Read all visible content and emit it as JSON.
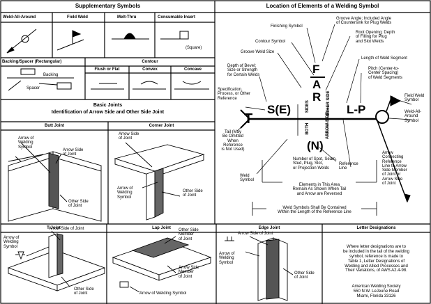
{
  "supplementary": {
    "title": "Supplementary Symbols",
    "weld_all_around": "Weld-All-Around",
    "field_weld": "Field Weld",
    "melt_thru": "Melt-Thru",
    "consumable_insert": "Consumable Insert",
    "square": "(Square)",
    "backing_spacer": "Backing/Spacer (Rectangular)",
    "backing": "Backing",
    "spacer": "Spacer",
    "contour": "Contour",
    "flush_or_flat": "Flush or Flat",
    "convex": "Convex",
    "concave": "Concave"
  },
  "basic_joints": {
    "title_line1": "Basic Joints",
    "title_line2": "Identification of Arrow Side and Other Side Joint",
    "butt_joint": "Butt Joint",
    "corner_joint": "Corner Joint",
    "t_joint": "T-Joint",
    "lap_joint": "Lap Joint",
    "edge_joint": "Edge Joint",
    "letter_designations": "Letter Designations",
    "arrow_of_welding_symbol_1": "Arrow of",
    "arrow_of_welding_symbol_2": "Welding",
    "arrow_of_welding_symbol_3": "Symbol",
    "arrow_side_of_joint_1": "Arrow Side",
    "arrow_side_of_joint_2": "of Joint",
    "other_side_of_joint_1": "Other Side",
    "other_side_of_joint_2": "of Joint",
    "arrow_side_of_joint": "Arrow Side of Joint",
    "other_side_member_1": "Other Side",
    "other_side_member_2": "Member",
    "other_side_member_3": "of Joint",
    "arrow_side_member_1": "Arrow Side",
    "arrow_side_member_2": "Member",
    "arrow_side_member_3": "of Joint",
    "arrow_of_welding_symbol": "Arrow of Welding Symbol",
    "letter_note": [
      "Where letter designations are to",
      "be included in the tail of the welding",
      "symbol, reference is made to",
      "Table 1, Letter Designations of",
      "Welding and Allied Processes and",
      "Their Variations, of AWS A2.4-98."
    ],
    "society": [
      "American Welding Society",
      "550 N.W. LeJeune Road",
      "Miami, Florida  33126"
    ]
  },
  "location": {
    "title": "Location of Elements of a Welding Symbol",
    "finishing_symbol": "Finishing Symbol",
    "contour_symbol": "Contour Symbol",
    "groove_weld_size": "Groove Weld Size",
    "groove_angle": [
      "Groove Angle; Included Angle",
      "of Countersink for Plug Welds"
    ],
    "root_opening": [
      "Root Opening; Depth",
      "of Filling for Plug",
      "and Slot Welds"
    ],
    "length_of_weld": "Length of Weld Segment",
    "pitch": [
      "Pitch (Center-to-",
      "Center Spacing)",
      "of Weld Segments"
    ],
    "depth_of_bevel": [
      "Depth of Bevel;",
      "Size or Strength",
      "for Certain Welds"
    ],
    "specification": [
      "Specification,",
      "Process, or Other",
      "Reference"
    ],
    "tail": [
      "Tail (May",
      "Be Omitted",
      "When",
      "Reference",
      "is Not Used)"
    ],
    "weld_symbol": [
      "Weld",
      "Symbol"
    ],
    "field_weld_symbol": [
      "Field Weld",
      "Symbol"
    ],
    "weld_all_around_symbol": [
      "Weld-All-",
      "Around",
      "Symbol"
    ],
    "reference_line": [
      "Reference",
      "Line"
    ],
    "arrow_connecting": [
      "Arrow",
      "Connecting",
      "Reference",
      "Line to Arrow",
      "Side Member",
      "of Joint or",
      "Arrow Side",
      "of Joint"
    ],
    "number_of_spot": [
      "Number of Spot, Seam,",
      "Stud, Plug, Slot,",
      "or Projection Welds"
    ],
    "elements_note": [
      "Elements in This Area",
      "Remain As Shown When Tail",
      "and Arrow are Reversed"
    ],
    "contained_note": [
      "Weld Symbols Shall Be Contained",
      "Within the Length of the Reference Line"
    ],
    "symbol_f": "F",
    "symbol_a": "A",
    "symbol_r": "R",
    "symbol_s": "S(E)",
    "symbol_lp": "L-P",
    "symbol_t": "T",
    "symbol_n": "(N)",
    "sides": "SIDES",
    "other_side": "OTHER SIDE",
    "both": "BOTH",
    "arrow_side": "ARROW SIDE"
  }
}
